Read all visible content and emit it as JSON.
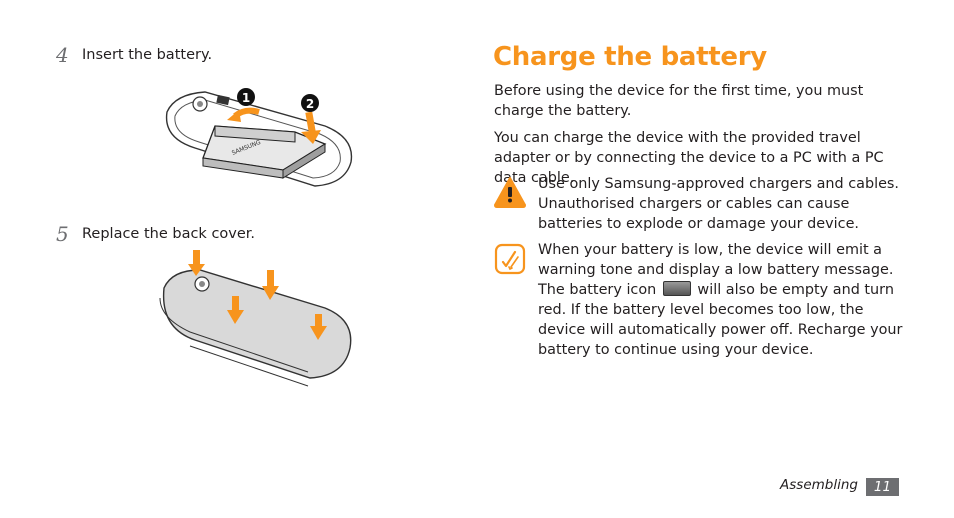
{
  "left": {
    "step4": {
      "number": "4",
      "text": "Insert the battery."
    },
    "step5": {
      "number": "5",
      "text": "Replace the back cover."
    },
    "battery_callouts": [
      "1",
      "2"
    ],
    "battery_brand": "SAMSUNG"
  },
  "right": {
    "title": "Charge the battery",
    "para1": "Before using the device for the first time, you must charge the battery.",
    "para2": "You can charge the device with the provided travel adapter or by connecting the device to a PC with a PC data cable.",
    "warning": {
      "icon": "warning-icon",
      "text": "Use only Samsung-approved chargers and cables. Unauthorised chargers or cables can cause batteries to explode or damage your device."
    },
    "note": {
      "icon": "note-icon",
      "text_before": "When your battery is low, the device will emit a warning tone and display a low battery message. The battery icon",
      "text_after": "will also be empty and turn red. If the battery level becomes too low, the device will automatically power off. Recharge your battery to continue using your device."
    }
  },
  "footer": {
    "section": "Assembling",
    "page": "11"
  },
  "colors": {
    "accent": "#f7941d",
    "text": "#231f20",
    "arrow": "#f7941d",
    "footer_bg": "#6d6e71"
  }
}
